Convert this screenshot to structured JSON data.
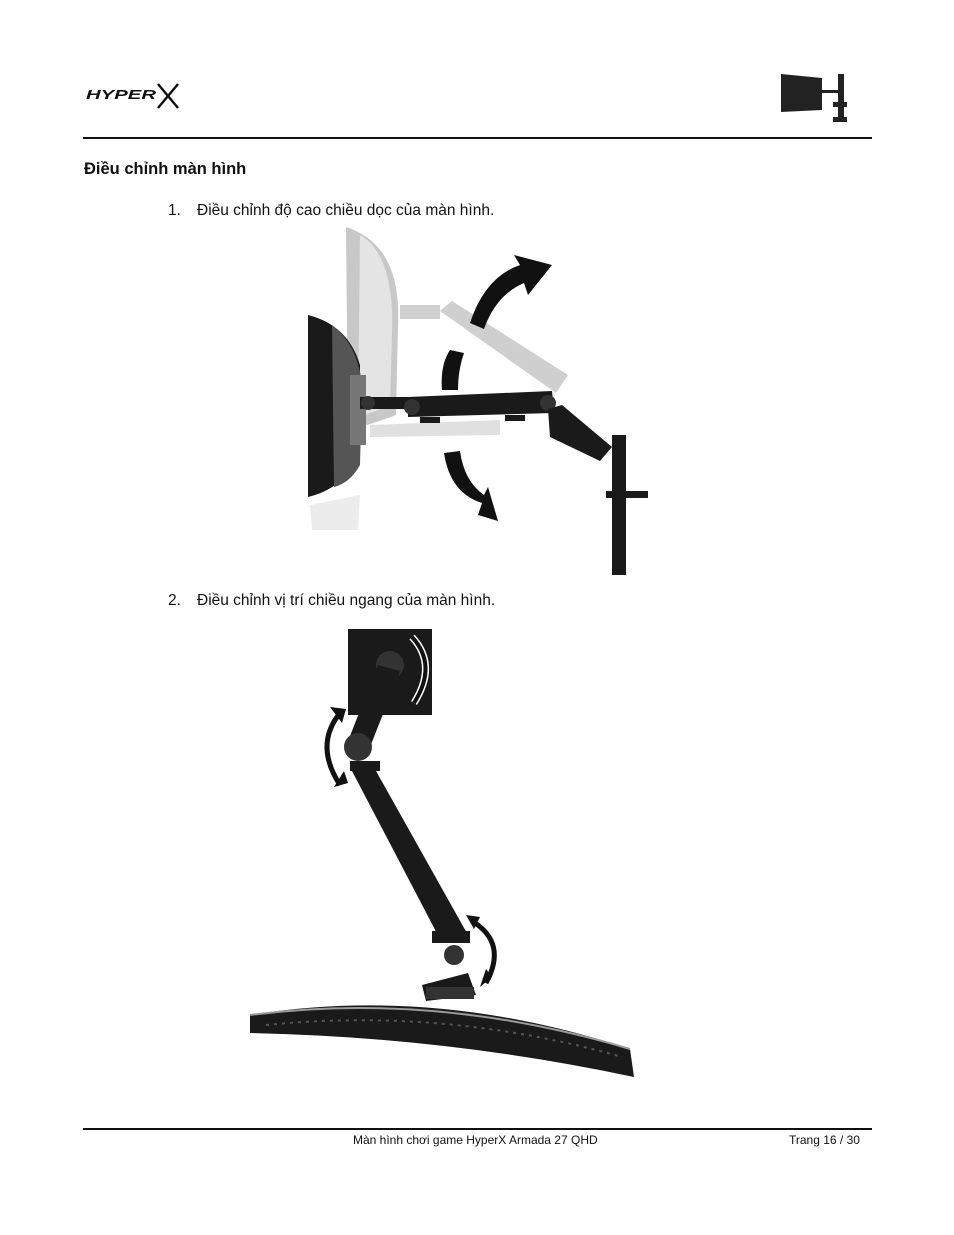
{
  "header": {
    "logo_text": "HYPERX",
    "icon": "monitor-arm-icon"
  },
  "section": {
    "title": "Điều chỉnh màn hình"
  },
  "steps": [
    {
      "number": "1.",
      "text": "Điều chỉnh độ cao chiều dọc của màn hình.",
      "figure": "vertical-adjustment-illustration"
    },
    {
      "number": "2.",
      "text": "Điều chỉnh vị trí chiều ngang của màn hình.",
      "figure": "horizontal-adjustment-illustration"
    }
  ],
  "footer": {
    "title": "Màn hình chơi game HyperX Armada 27 QHD",
    "page": "Trang 16 / 30"
  },
  "colors": {
    "text": "#111111",
    "rule": "#111111",
    "illustration_dark": "#1a1a1a",
    "illustration_ghost": "#c8c8c8"
  }
}
